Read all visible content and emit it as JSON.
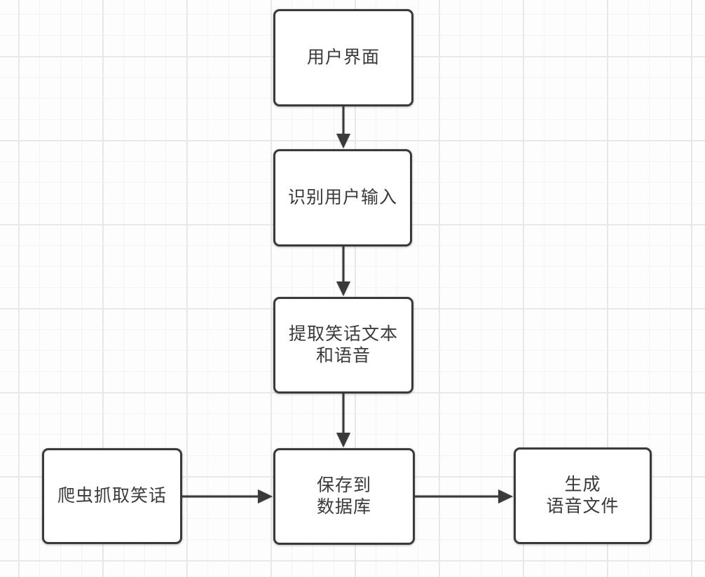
{
  "diagram": {
    "type": "flowchart",
    "title": "",
    "nodes": [
      {
        "id": "user-interface",
        "label": "用户界面"
      },
      {
        "id": "recognize-input",
        "label": "识别用户输入"
      },
      {
        "id": "extract-joke",
        "label": "提取笑话文本\n和语音"
      },
      {
        "id": "save-database",
        "label": "保存到\n数据库"
      },
      {
        "id": "crawler-fetch",
        "label": "爬虫抓取笑话"
      },
      {
        "id": "generate-voice",
        "label": "生成\n语音文件"
      }
    ],
    "edges": [
      {
        "from": "user-interface",
        "to": "recognize-input",
        "direction": "down"
      },
      {
        "from": "recognize-input",
        "to": "extract-joke",
        "direction": "down"
      },
      {
        "from": "extract-joke",
        "to": "save-database",
        "direction": "down"
      },
      {
        "from": "crawler-fetch",
        "to": "save-database",
        "direction": "right"
      },
      {
        "from": "save-database",
        "to": "generate-voice",
        "direction": "right"
      }
    ],
    "colors": {
      "node_border": "#3a3a3a",
      "node_fill": "#ffffff",
      "node_text": "#3a3a3a",
      "arrow": "#3a3a3a",
      "grid_minor": "#f3f3f3",
      "grid_major": "#e8e8e8",
      "canvas_background": "#fdfdfd"
    }
  }
}
